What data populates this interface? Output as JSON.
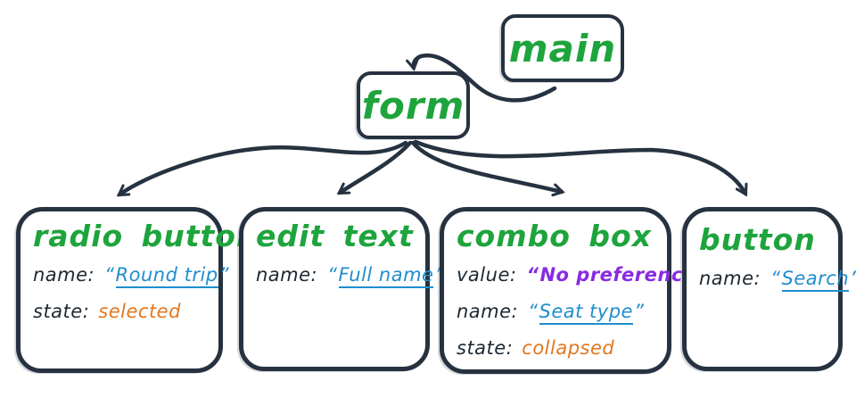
{
  "diagram": {
    "title_semantic": "accessibility-tree",
    "colors": {
      "stroke": "#263240",
      "node_label": "#1ea43c",
      "attr_key": "#1c2833",
      "name_value": "#1f8ecd",
      "state_value": "#e1771e",
      "value_value": "#8a2ae2",
      "background": "#ffffff"
    },
    "punct": {
      "open_quote": "“",
      "close_quote": "”"
    },
    "edges": [
      {
        "from": "main",
        "to": "form"
      },
      {
        "from": "form",
        "to": "radio button"
      },
      {
        "from": "form",
        "to": "edit text"
      },
      {
        "from": "form",
        "to": "combo box"
      },
      {
        "from": "form",
        "to": "button"
      }
    ],
    "nodes": {
      "main": {
        "label": "main"
      },
      "form": {
        "label": "form"
      },
      "radio_button": {
        "title": "radio button",
        "name_key": "name:",
        "name_value": "Round trip",
        "state_key": "state:",
        "state_value": "selected"
      },
      "edit_text": {
        "title": "edit text",
        "name_key": "name:",
        "name_value": "Full name"
      },
      "combo_box": {
        "title": "combo box",
        "value_key": "value:",
        "value_value": "No preference",
        "name_key": "name:",
        "name_value": "Seat type",
        "state_key": "state:",
        "state_value": "collapsed"
      },
      "button": {
        "title": "button",
        "name_key": "name:",
        "name_value": "Search"
      }
    }
  }
}
